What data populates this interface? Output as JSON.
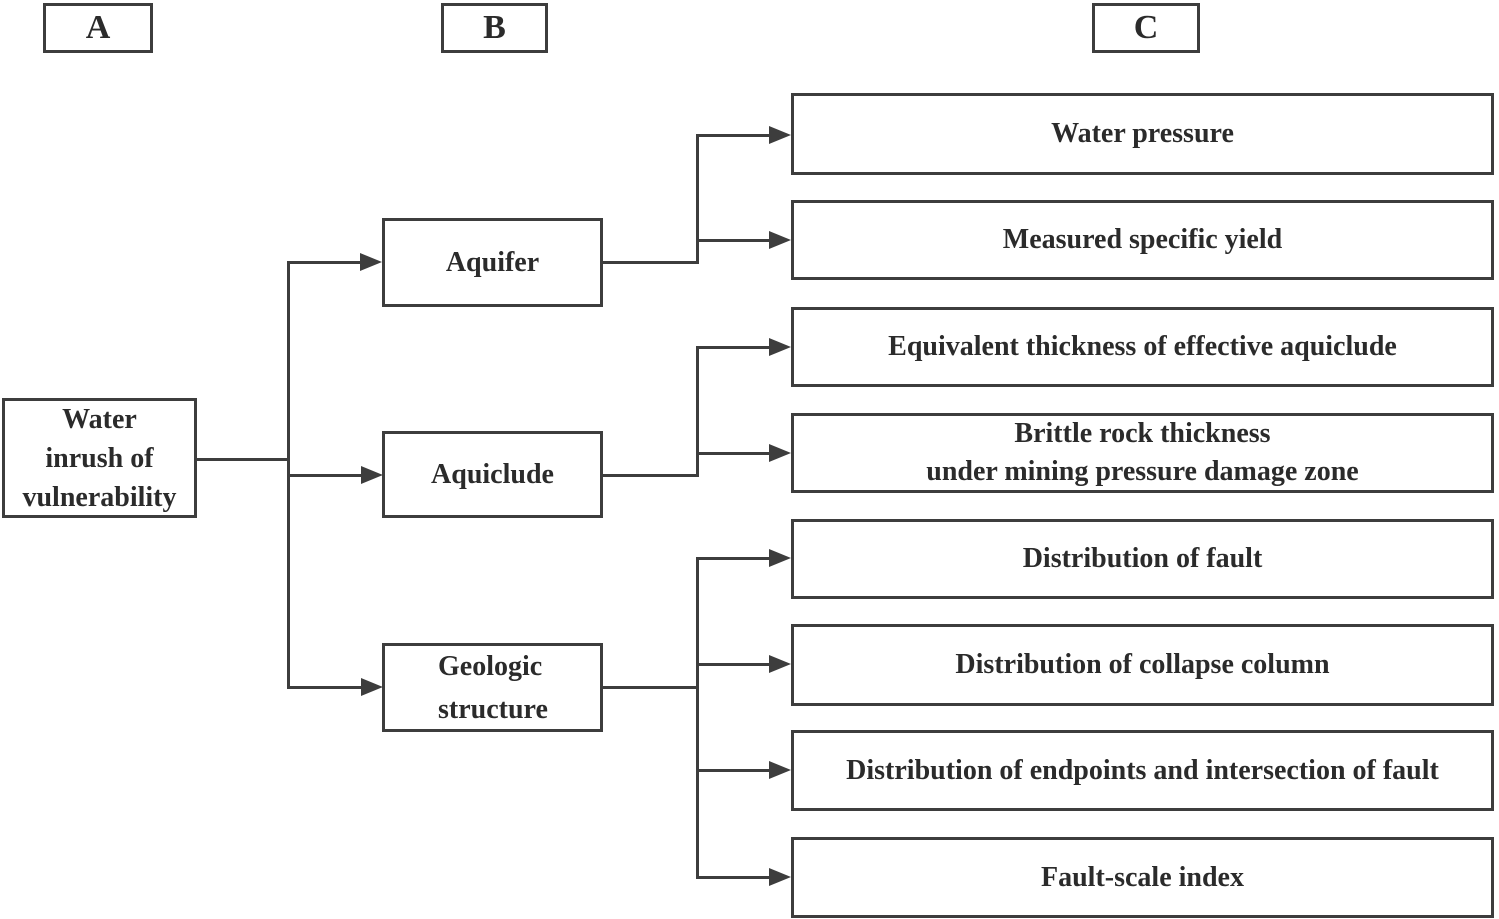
{
  "diagram": {
    "title_letters": {
      "a": "A",
      "b": "B",
      "c": "C"
    },
    "root": {
      "label": "Water\ninrush of\nvulnerability"
    },
    "b_nodes": [
      {
        "id": "aquifer",
        "label": "Aquifer"
      },
      {
        "id": "aquiclude",
        "label": "Aquiclude"
      },
      {
        "id": "geologic-structure",
        "label": "Geologic\nstructure"
      }
    ],
    "c_nodes": [
      {
        "id": "water-pressure",
        "parent": "aquifer",
        "label": "Water pressure"
      },
      {
        "id": "measured-specific-yield",
        "parent": "aquifer",
        "label": "Measured specific yield"
      },
      {
        "id": "equivalent-thickness",
        "parent": "aquiclude",
        "label": "Equivalent thickness of effective aquiclude"
      },
      {
        "id": "brittle-rock-thickness",
        "parent": "aquiclude",
        "label": "Brittle rock thickness\nunder mining pressure damage zone"
      },
      {
        "id": "distribution-of-fault",
        "parent": "geologic-structure",
        "label": "Distribution of fault"
      },
      {
        "id": "distribution-of-collapse-column",
        "parent": "geologic-structure",
        "label": "Distribution of collapse column"
      },
      {
        "id": "distribution-of-endpoints",
        "parent": "geologic-structure",
        "label": "Distribution of endpoints and intersection of fault"
      },
      {
        "id": "fault-scale-index",
        "parent": "geologic-structure",
        "label": "Fault-scale index"
      }
    ],
    "colors": {
      "line": "#3d3d3d",
      "text": "#2b2b2b",
      "background": "#ffffff"
    }
  }
}
